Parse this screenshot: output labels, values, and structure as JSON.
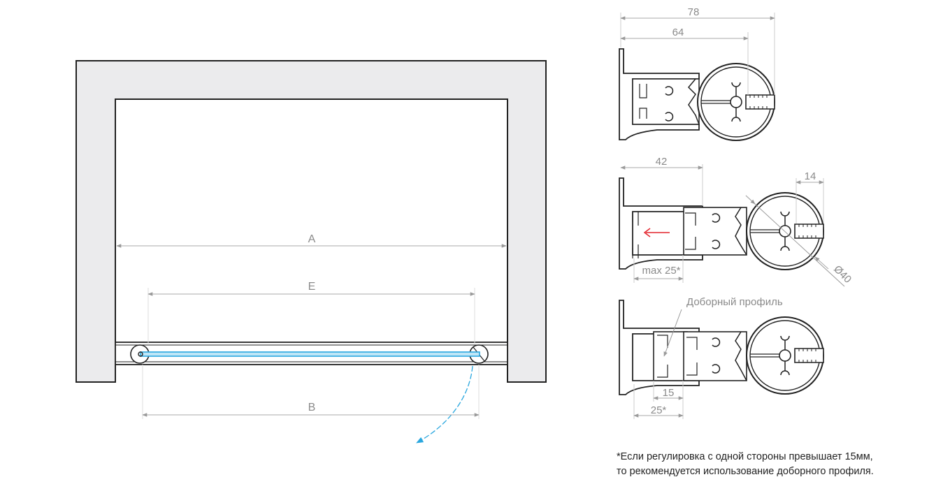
{
  "plan": {
    "dim_a": "A",
    "dim_e": "E",
    "dim_b": "B"
  },
  "profiles": {
    "top": {
      "dim_overall": "78",
      "dim_inner": "64"
    },
    "middle": {
      "dim_width": "42",
      "dim_slot": "14",
      "dim_diameter": "Ø40",
      "dim_adjust": "max 25*"
    },
    "bottom": {
      "label": "Доборный профиль",
      "dim_extension": "15",
      "dim_total": "25*"
    }
  },
  "footnote": {
    "line1": "*Если регулировка с одной стороны превышает 15мм,",
    "line2": "то рекомендуется использование доборного профиля."
  },
  "colors": {
    "wall": "#ebebed",
    "glass": "#2aa7df",
    "arrow": "#e3232c",
    "dimension": "#9a9a9a"
  }
}
